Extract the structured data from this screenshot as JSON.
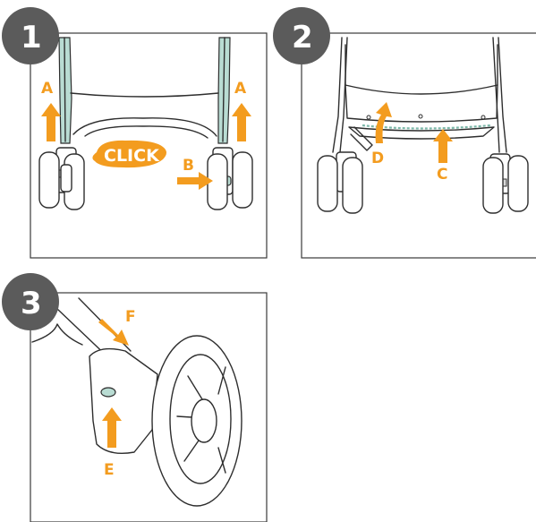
{
  "steps": [
    {
      "number": "1",
      "labels": {
        "a_left": "A",
        "a_right": "A",
        "b": "B"
      },
      "bubble": "CLICK"
    },
    {
      "number": "2",
      "labels": {
        "d": "D",
        "c": "C"
      }
    },
    {
      "number": "3",
      "labels": {
        "f": "F",
        "e": "E"
      }
    }
  ],
  "colors": {
    "accent": "#f39c1f",
    "badge": "#5b5b5b",
    "frame_tint": "#b9dcd3",
    "outline": "#2e2e2e"
  }
}
